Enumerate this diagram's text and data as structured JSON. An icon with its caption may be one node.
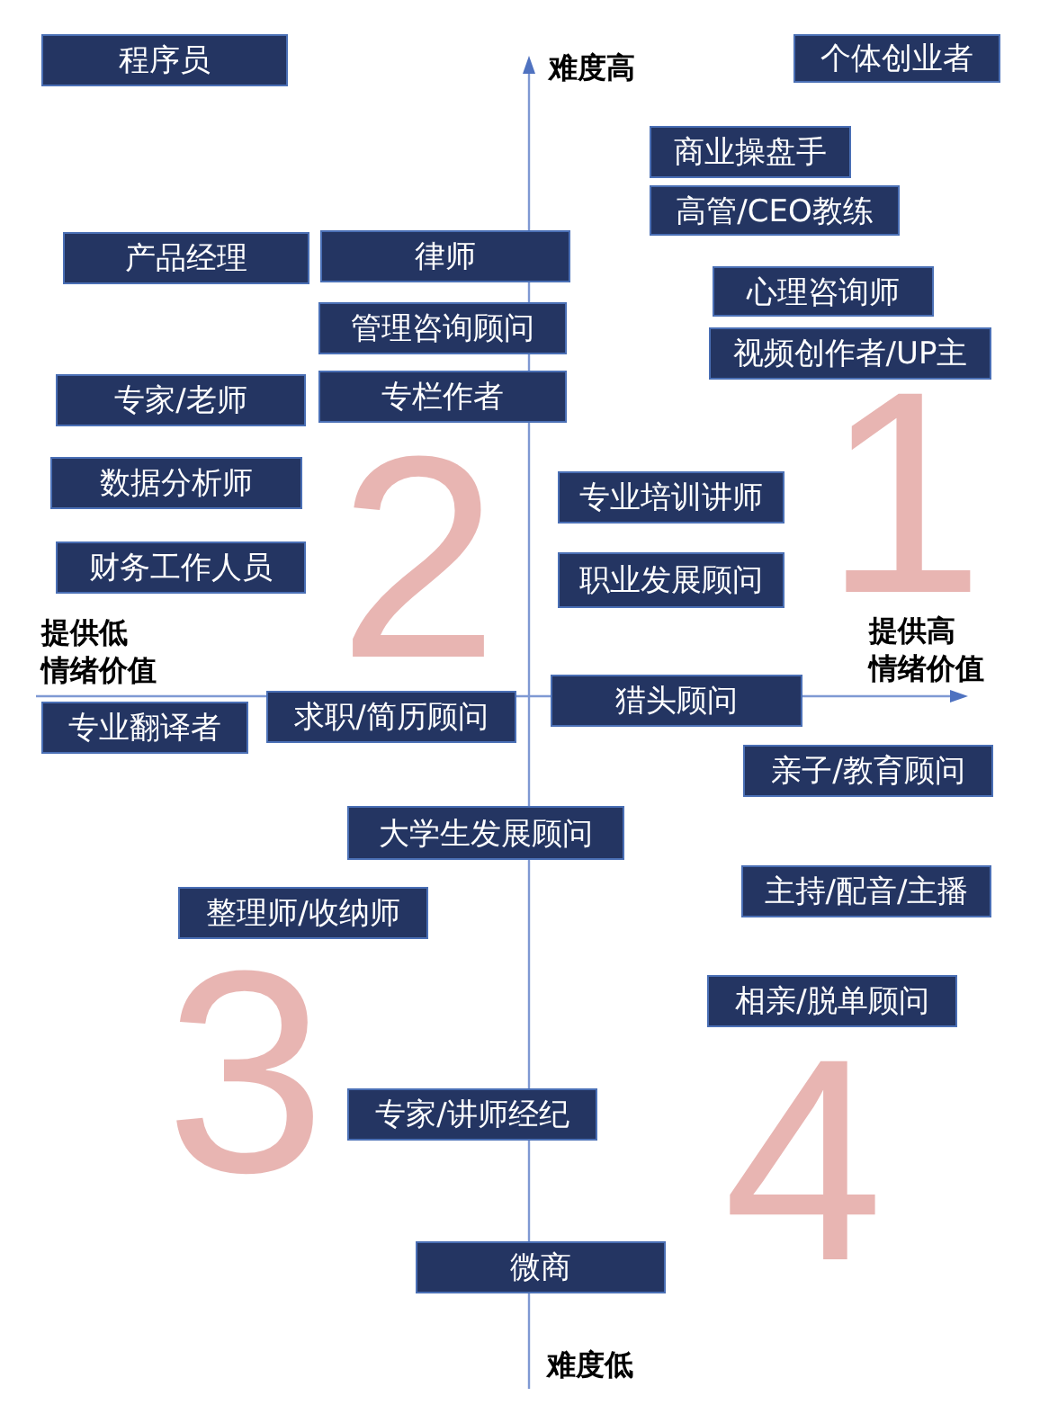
{
  "diagram": {
    "nodes": [
      {
        "text": [
          "程序员"
        ]
      },
      {
        "text": [
          "个体创业者"
        ]
      },
      {
        "text": [
          "商业操盘手"
        ]
      },
      {
        "text": [
          "高管/CEO教练"
        ]
      },
      {
        "text": [
          "产品经理"
        ]
      },
      {
        "text": [
          "律师"
        ]
      },
      {
        "text": [
          "心理咨询师"
        ]
      },
      {
        "text": [
          "管理咨询顾问"
        ]
      },
      {
        "text": [
          "视频创作者/UP主"
        ]
      },
      {
        "text": [
          "专家/老师"
        ]
      },
      {
        "text": [
          "专栏作者"
        ]
      },
      {
        "text": [
          "数据分析师"
        ]
      },
      {
        "text": [
          "专业培训讲师"
        ]
      },
      {
        "text": [
          "财务工作人员"
        ]
      },
      {
        "text": [
          "职业发展顾问"
        ]
      },
      {
        "text": [
          "专业翻译者"
        ]
      },
      {
        "text": [
          "求职/简历顾问"
        ]
      },
      {
        "text": [
          "猎头顾问"
        ]
      },
      {
        "text": [
          "亲子/教育顾问"
        ]
      },
      {
        "text": [
          "大学生发展顾问"
        ]
      },
      {
        "text": [
          "主持/配音/主播"
        ]
      },
      {
        "text": [
          "整理师/收纳师"
        ]
      },
      {
        "text": [
          "相亲/脱单顾问"
        ]
      },
      {
        "text": [
          "专家/讲师经纪"
        ]
      },
      {
        "text": [
          "微商"
        ]
      }
    ],
    "labels": [
      "难度高",
      "2",
      "1",
      "提供低情绪价值",
      "提供高情绪价值",
      "3",
      "4",
      "难度低"
    ]
  }
}
